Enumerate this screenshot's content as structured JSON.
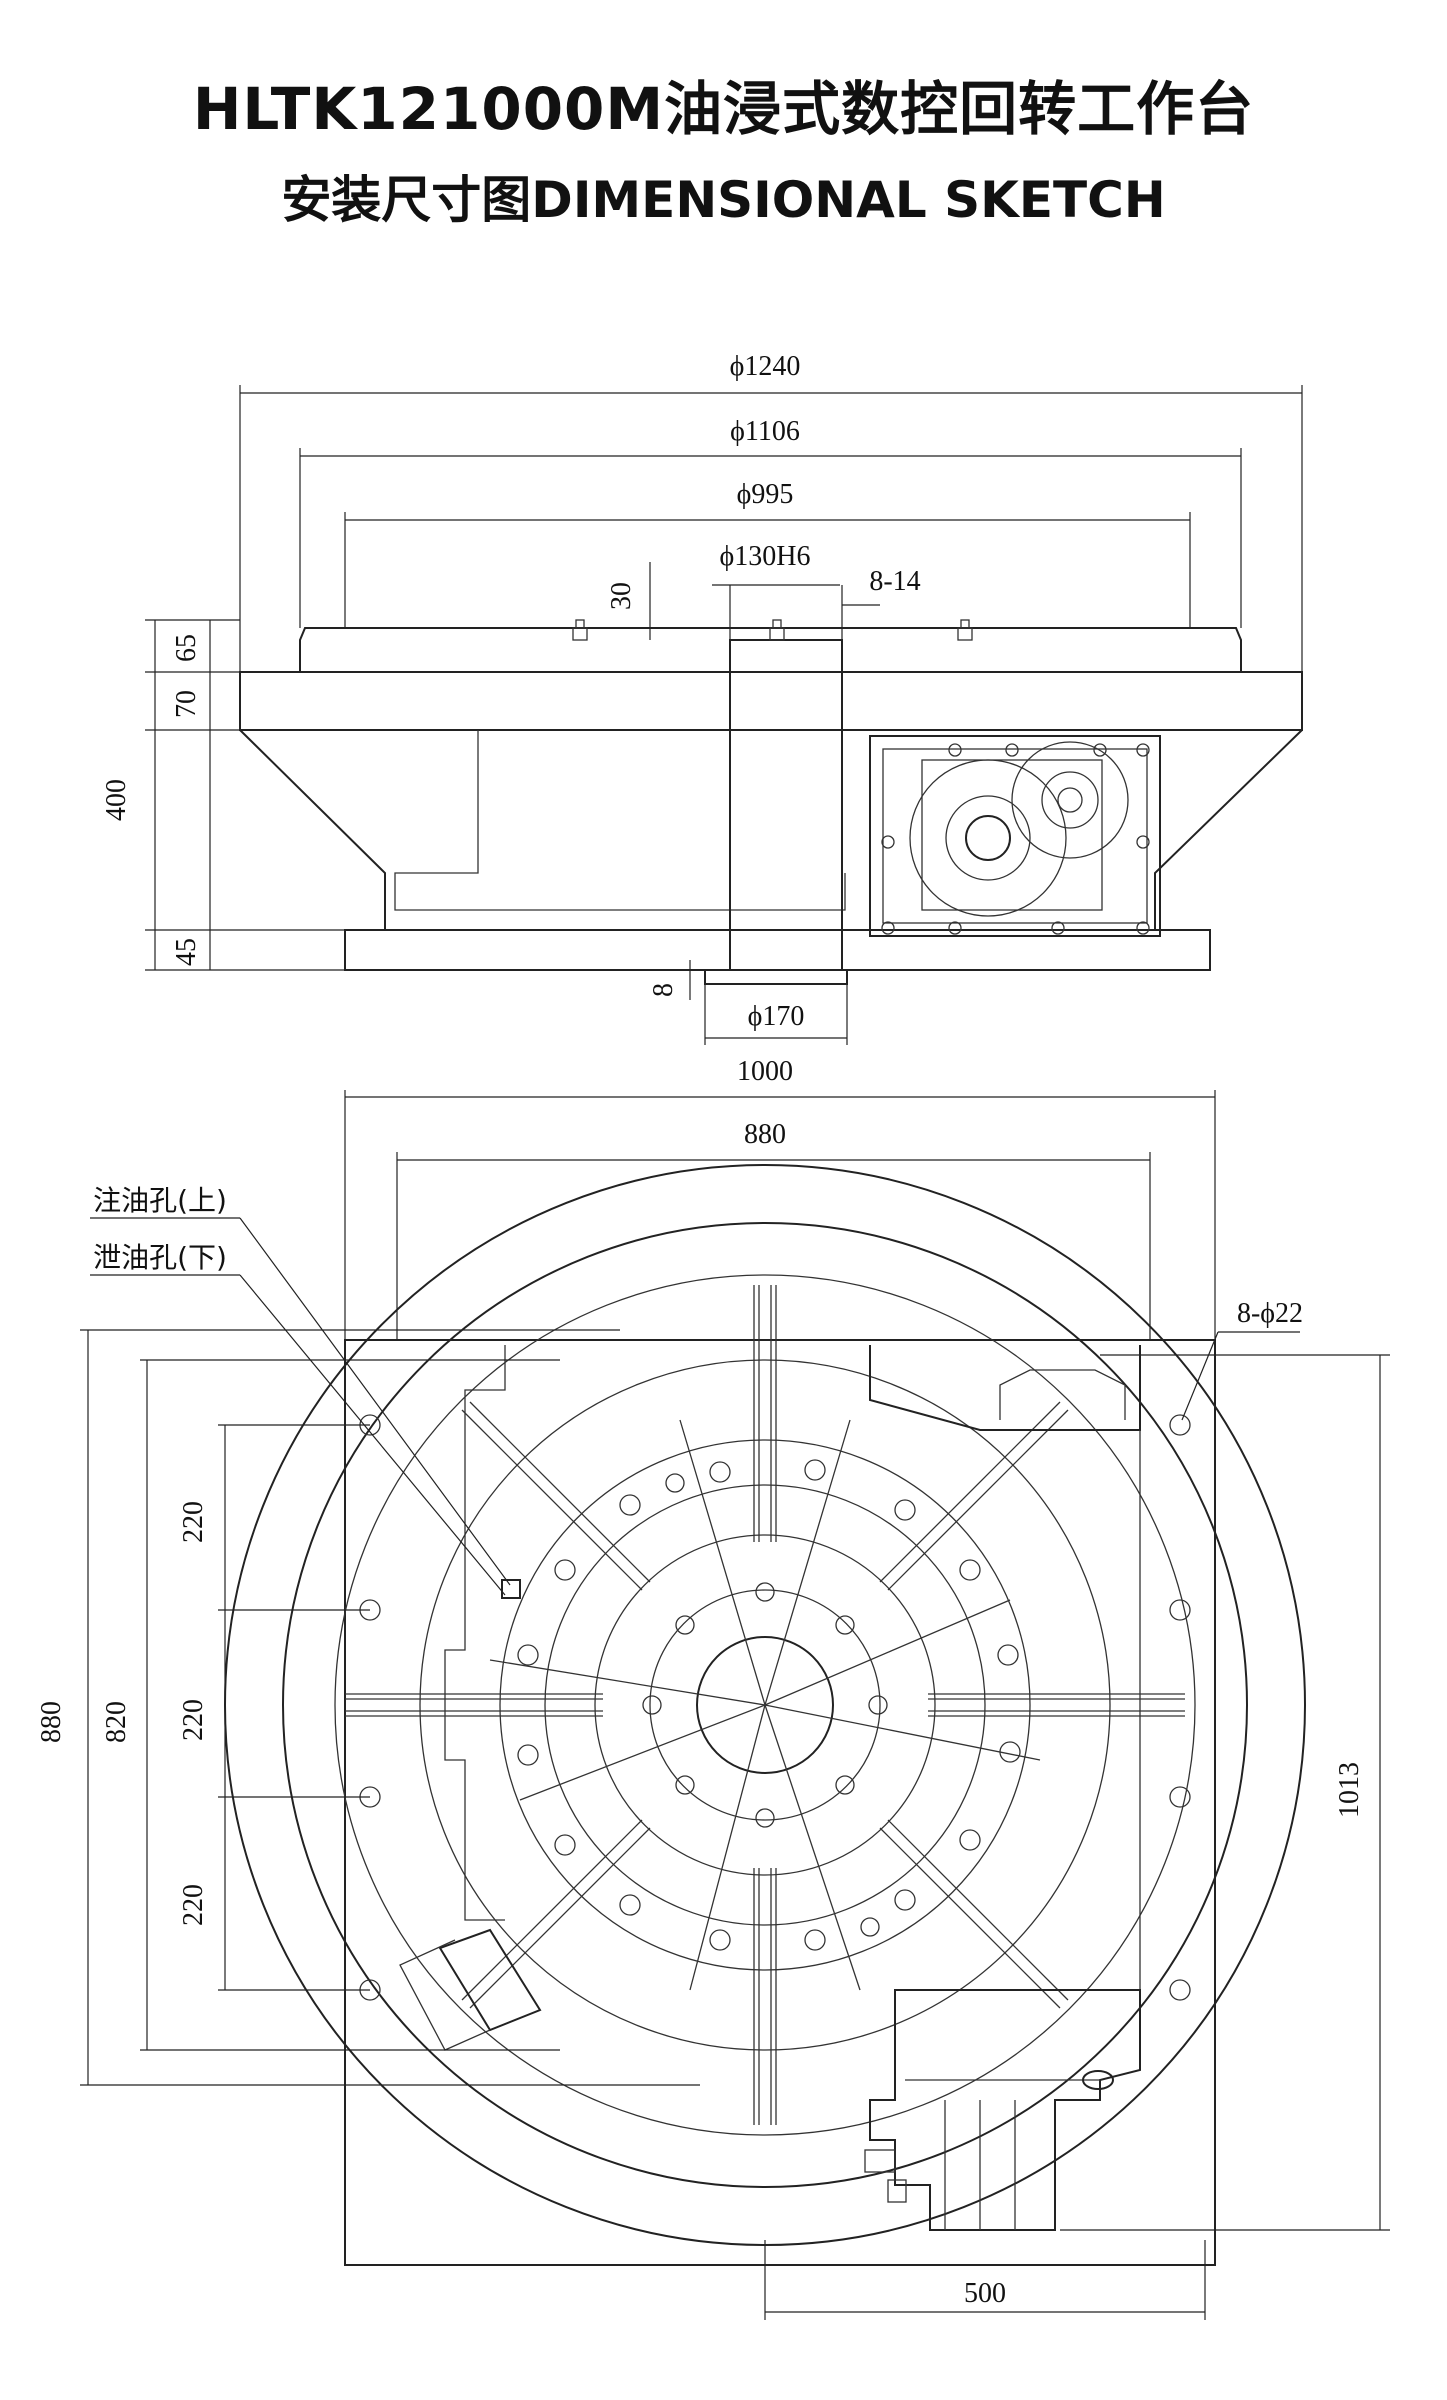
{
  "title": "HLTK121000M油浸式数控回转工作台",
  "subtitle": "安装尺寸图DIMENSIONAL SKETCH",
  "side_view": {
    "dim_phi1240": "ϕ1240",
    "dim_phi1106": "ϕ1106",
    "dim_phi995": "ϕ995",
    "dim_phi130": "ϕ130H6",
    "dim_8_14": "8-14",
    "dim_30": "30",
    "dim_65": "65",
    "dim_70": "70",
    "dim_400": "400",
    "dim_45": "45",
    "dim_8": "8",
    "dim_phi170": "ϕ170"
  },
  "top_view": {
    "dim_1000": "1000",
    "dim_880_top": "880",
    "label_oil_fill": "注油孔(上)",
    "label_oil_drain": "泄油孔(下)",
    "dim_8_phi22": "8-ϕ22",
    "dim_220_a": "220",
    "dim_220_b": "220",
    "dim_220_c": "220",
    "dim_880_left": "880",
    "dim_820": "820",
    "dim_1013": "1013",
    "dim_500": "500"
  }
}
